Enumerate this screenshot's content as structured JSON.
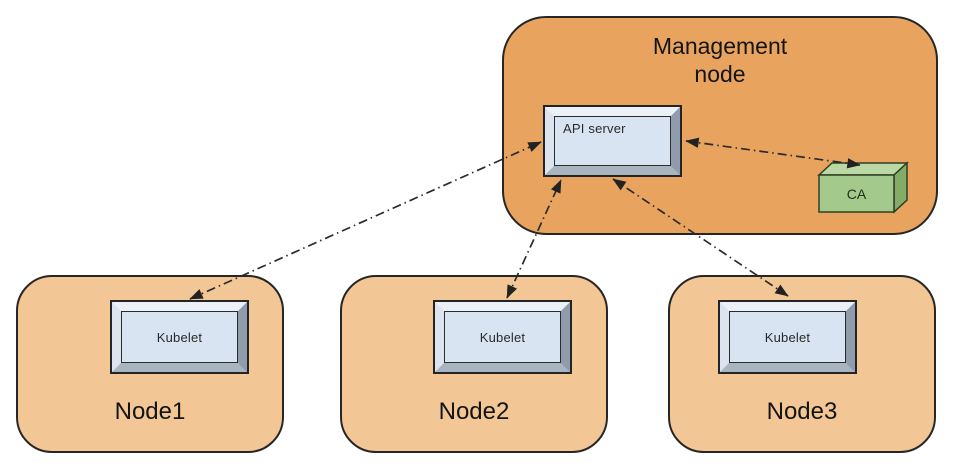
{
  "diagram": {
    "management_node": {
      "title": "Management node",
      "api_server_label": "API server",
      "ca_label": "CA"
    },
    "worker_nodes": [
      {
        "name": "Node1",
        "component": "Kubelet"
      },
      {
        "name": "Node2",
        "component": "Kubelet"
      },
      {
        "name": "Node3",
        "component": "Kubelet"
      }
    ],
    "connections": [
      {
        "from": "Node1 Kubelet",
        "to": "API server",
        "style": "dash-dot",
        "bidirectional": true
      },
      {
        "from": "Node2 Kubelet",
        "to": "API server",
        "style": "dash-dot",
        "bidirectional": true
      },
      {
        "from": "Node3 Kubelet",
        "to": "API server",
        "style": "dash-dot",
        "bidirectional": true
      },
      {
        "from": "API server",
        "to": "CA",
        "style": "dash-dot",
        "bidirectional": true
      }
    ],
    "colors": {
      "management_node_fill": "#E8A45F",
      "worker_node_fill": "#F3C795",
      "component_fill": "#D8E4F2",
      "ca_front_fill": "#A3CA8C",
      "ca_top_fill": "#B9D8A4",
      "ca_side_fill": "#82AC67",
      "border": "#262626",
      "arrow": "#2b2b2b"
    }
  }
}
